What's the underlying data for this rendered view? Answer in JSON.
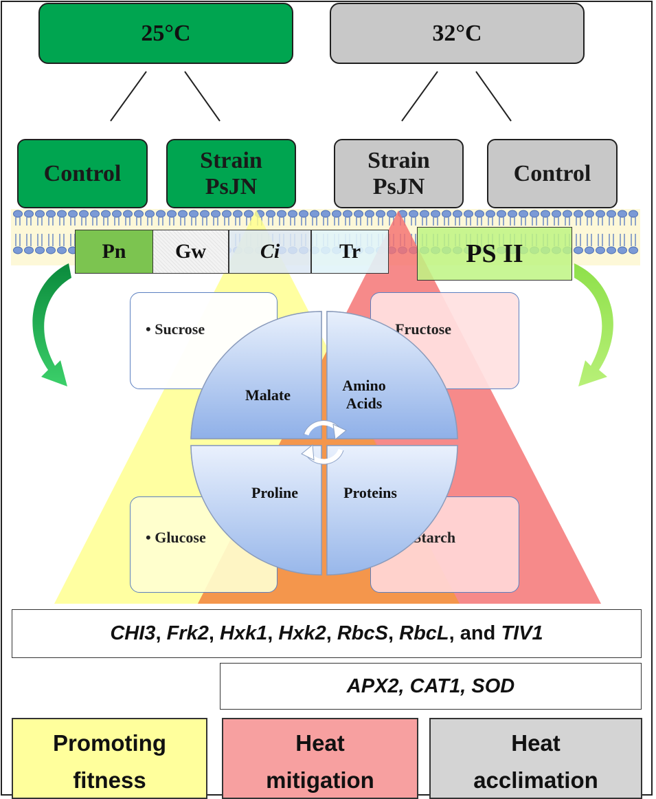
{
  "temperatures": {
    "low": "25°C",
    "high": "32°C"
  },
  "groups": {
    "left_control": "Control",
    "left_strain_line1": "Strain",
    "left_strain_line2": "PsJN",
    "right_strain_line1": "Strain",
    "right_strain_line2": "PsJN",
    "right_control": "Control"
  },
  "parameters": {
    "pn": "Pn",
    "gw": "Gw",
    "ci": "Ci",
    "tr": "Tr",
    "ps2": "PS II"
  },
  "sugars": {
    "sucrose": "Sucrose",
    "fructose": "Fructose",
    "glucose": "Glucose",
    "starch": "Starch"
  },
  "metabolites": {
    "malate": "Malate",
    "amino_line1": "Amino",
    "amino_line2": "Acids",
    "proline": "Proline",
    "proteins": "Proteins"
  },
  "genes": {
    "row1_items": [
      "CHI3",
      "Frk2",
      "Hxk1",
      "Hxk2",
      "RbcS",
      "RbcL"
    ],
    "row1_and": "and",
    "row1_last": "TIV1",
    "row2": "APX2, CAT1, SOD"
  },
  "legend": {
    "promoting_line1": "Promoting",
    "promoting_line2": "fitness",
    "mitigation_line1": "Heat",
    "mitigation_line2": "mitigation",
    "acclimation_line1": "Heat",
    "acclimation_line2": "acclimation"
  },
  "colors": {
    "green": "#00a550",
    "gray": "#c8c8c8",
    "yellow": "#ffff99",
    "red": "#f47c7c",
    "light_green": "#c6f58a"
  },
  "icons": {
    "cycle": "circular-arrows-icon",
    "left_arrow": "curved-arrow-down-left-icon",
    "right_arrow": "curved-arrow-down-right-icon",
    "membrane": "lipid-bilayer-icon"
  }
}
